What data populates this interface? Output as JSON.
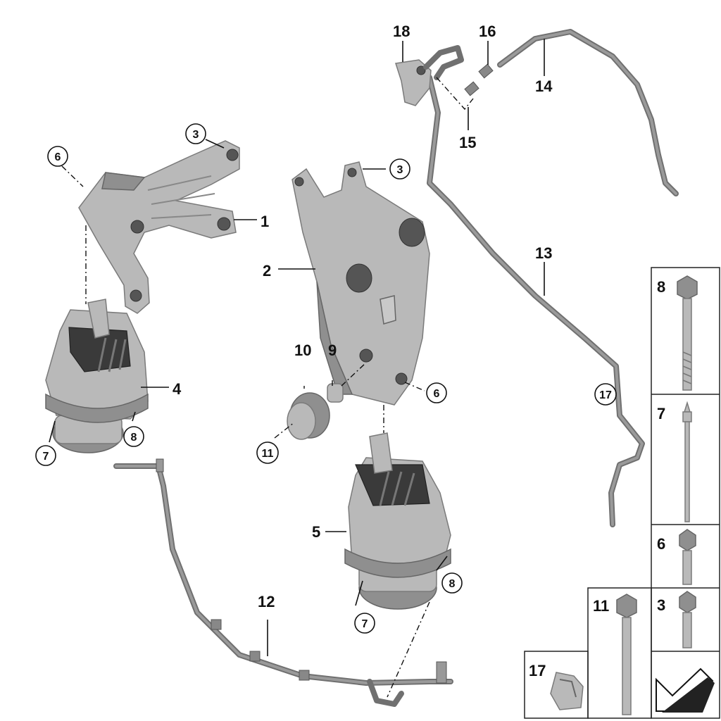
{
  "callouts": {
    "p1": "1",
    "p2": "2",
    "p3a": "3",
    "p3b": "3",
    "p4": "4",
    "p5": "5",
    "p6a": "6",
    "p6b": "6",
    "p7a": "7",
    "p7b": "7",
    "p8a": "8",
    "p8b": "8",
    "p9": "9",
    "p10": "10",
    "p11": "11",
    "p12": "12",
    "p13": "13",
    "p14": "14",
    "p15": "15",
    "p16": "16",
    "p17": "17",
    "p18": "18"
  },
  "legend": {
    "bolt8": "8",
    "bolt7": "7",
    "bolt6": "6",
    "bolt3": "3",
    "bolt11": "11",
    "clip17": "17"
  },
  "colors": {
    "part": "#b9b9b9",
    "part_dark": "#3a3a3a",
    "hose": "#707070",
    "outline": "#222222"
  },
  "icons": [
    "forward-arrow-icon"
  ]
}
